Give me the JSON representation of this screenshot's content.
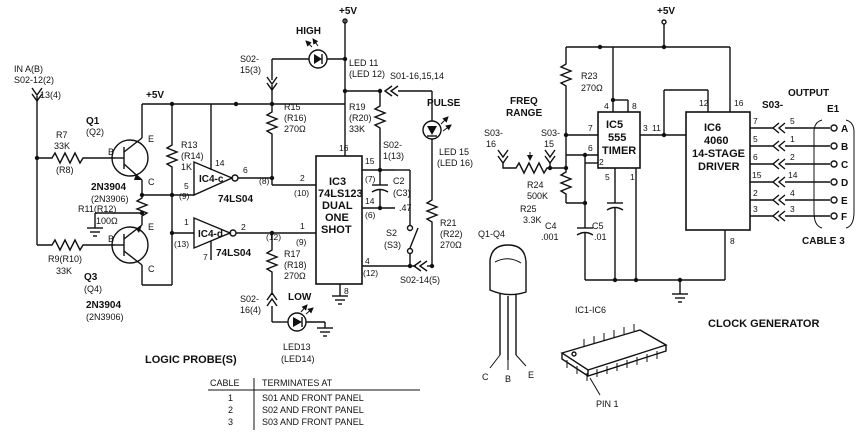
{
  "probe": {
    "input_label": [
      "IN A(B)",
      "S02-12(2)",
      "13(4)"
    ],
    "supply": "+5V",
    "q1": [
      "Q1",
      "(Q2)"
    ],
    "q1_part": [
      "2N3904",
      "(2N3906)"
    ],
    "q3": [
      "Q3",
      "(Q4)"
    ],
    "q3_part": [
      "2N3904",
      "(2N3906)"
    ],
    "r7": [
      "R7",
      "33K",
      "(R8)"
    ],
    "r11": [
      "R11(R12)",
      "100Ω"
    ],
    "r9": [
      "R9(R10)",
      "33K"
    ],
    "r13": [
      "R13",
      "(R14)",
      "1K"
    ],
    "pin_b": "B",
    "pin_c": "C",
    "pin_e": "E",
    "ic4c": "IC4-c",
    "ic4d": "IC4-d",
    "ls04": "74LS04",
    "ic4c_pins": {
      "p14": "14",
      "p5": "5",
      "p9": "(9)",
      "p6": "6",
      "p8": "(8)"
    },
    "ic4d_pins": {
      "p1": "1",
      "p13": "(13)",
      "p7": "7",
      "p2": "2",
      "p12": "(12)"
    },
    "s02_15": [
      "S02-",
      "15(3)"
    ],
    "high": "HIGH",
    "led11": [
      "LED 11",
      "(LED 12)"
    ],
    "r15": [
      "R15",
      "(R16)",
      "270Ω"
    ],
    "r19": [
      "R19",
      "(R20)",
      "33K"
    ],
    "ic3": [
      "IC3",
      "74LS123",
      "DUAL",
      "ONE",
      "SHOT"
    ],
    "ic3_pins": {
      "p16": "16",
      "p2": "2",
      "p10": "(10)",
      "p1": "1",
      "p9": "(9)",
      "p15": "15",
      "p7": "(7)",
      "p14": "14",
      "p6": "(6)",
      "p4": "4",
      "p12": "(12)",
      "p8": "8"
    },
    "s01": "S01-16,15,14",
    "pulse": "PULSE",
    "led15": [
      "LED 15",
      "(LED 16)"
    ],
    "s02_1": [
      "S02-",
      "1(13)"
    ],
    "c2": [
      "C2",
      "(C3)",
      ".47"
    ],
    "r21": [
      "R21",
      "(R22)",
      "270Ω"
    ],
    "s2": [
      "S2",
      "(S3)"
    ],
    "s02_14": "S02-14(5)",
    "r17": [
      "R17",
      "(R18)",
      "270Ω"
    ],
    "low": "LOW",
    "s02_16": [
      "S02-",
      "16(4)"
    ],
    "led13": [
      "LED13",
      "(LED14)"
    ],
    "title": "LOGIC PROBE(S)"
  },
  "cable_table": {
    "headers": [
      "CABLE",
      "TERMINATES AT"
    ],
    "rows": [
      {
        "cable": "1",
        "at": "S01 AND FRONT PANEL"
      },
      {
        "cable": "2",
        "at": "S02 AND FRONT PANEL"
      },
      {
        "cable": "3",
        "at": "S03 AND FRONT PANEL"
      }
    ]
  },
  "transistor_pkg": {
    "label": "Q1-Q4",
    "pins": [
      "C",
      "B",
      "E"
    ]
  },
  "ic_pkg": {
    "label": "IC1-IC6",
    "pin1": "PIN 1"
  },
  "clock": {
    "supply": "+5V",
    "freq": [
      "FREQ",
      "RANGE"
    ],
    "s03_16": [
      "S03-",
      "16"
    ],
    "s03_15": [
      "S03-",
      "15"
    ],
    "r23": [
      "R23",
      "270Ω"
    ],
    "r24": [
      "R24",
      "500K"
    ],
    "r25": [
      "R25",
      "3.3K"
    ],
    "c4": [
      "C4",
      ".001"
    ],
    "c5": [
      "C5",
      ".01"
    ],
    "ic5": [
      "IC5",
      "555",
      "TIMER"
    ],
    "ic5_pins": {
      "p4": "4",
      "p8": "8",
      "p7": "7",
      "p6": "6",
      "p2": "2",
      "p3": "3",
      "p5": "5",
      "p1": "1"
    },
    "ic6": [
      "IC6",
      "4060",
      "14-STAGE",
      "DRIVER"
    ],
    "ic6_pins": {
      "p12": "12",
      "p16": "16",
      "p11": "11",
      "p8": "8"
    },
    "outputs": [
      {
        "pin": "7",
        "s03": "5",
        "term": "A"
      },
      {
        "pin": "5",
        "s03": "1",
        "term": "B"
      },
      {
        "pin": "6",
        "s03": "2",
        "term": "C"
      },
      {
        "pin": "15",
        "s03": "14",
        "term": "D"
      },
      {
        "pin": "2",
        "s03": "4",
        "term": "E"
      },
      {
        "pin": "3",
        "s03": "3",
        "term": "F"
      }
    ],
    "s03": "S03-",
    "output": "OUTPUT",
    "e1": "E1",
    "cable3": "CABLE 3",
    "title": "CLOCK GENERATOR"
  }
}
